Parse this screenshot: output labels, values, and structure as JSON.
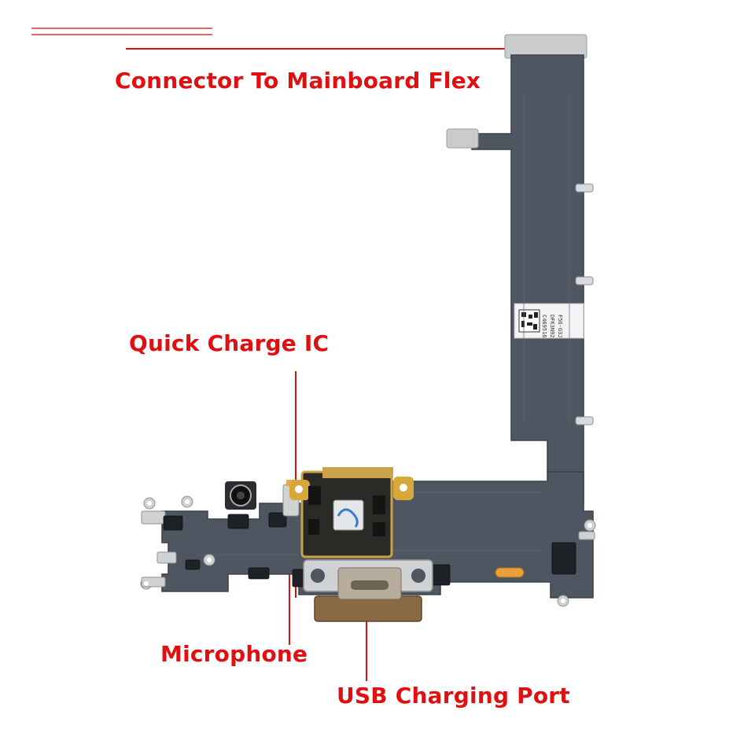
{
  "labels": {
    "connector": "Connector To Mainboard Flex",
    "quick_charge": "Quick Charge IC",
    "microphone": "Microphone",
    "usb_port": "USB Charging Port"
  },
  "sticker_lines": [
    "C469516",
    "DFK3N92",
    "F5G-G3J"
  ],
  "colors": {
    "label_red": "#e01010",
    "flex_cable": "#4e5662",
    "gold_board": "#caa24a",
    "port_bronze": "#8a6a44",
    "steel": "#c9cbcd"
  }
}
